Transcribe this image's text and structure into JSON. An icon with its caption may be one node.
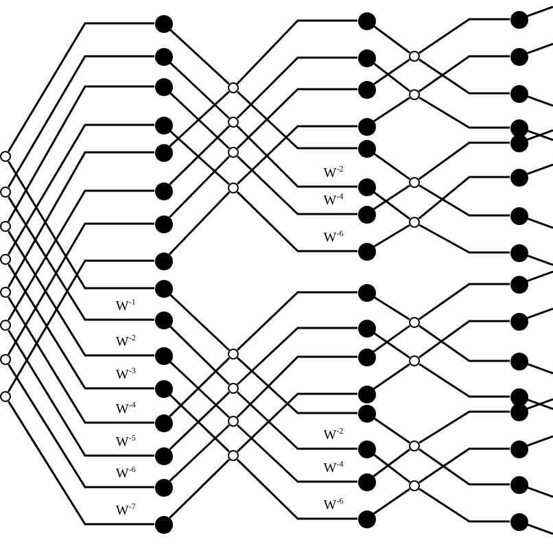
{
  "diagram": {
    "nodes": [
      {
        "text": [],
        "shape": "circle"
      },
      {
        "text": [],
        "shape": "circle"
      },
      {
        "text": [],
        "shape": "circle"
      },
      {
        "text": [],
        "shape": "circle"
      },
      {
        "text": [],
        "shape": "circle"
      },
      {
        "text": [],
        "shape": "circle"
      },
      {
        "text": [],
        "shape": "circle"
      },
      {
        "text": [],
        "shape": "circle"
      },
      {
        "text": [],
        "shape": "dot"
      },
      {
        "text": [],
        "shape": "dot"
      },
      {
        "text": [],
        "shape": "dot"
      },
      {
        "text": [],
        "shape": "dot"
      },
      {
        "text": [],
        "shape": "dot"
      },
      {
        "text": [],
        "shape": "dot"
      },
      {
        "text": [],
        "shape": "dot"
      },
      {
        "text": [],
        "shape": "dot"
      },
      {
        "text": [],
        "shape": "dot"
      },
      {
        "text": [],
        "shape": "dot"
      },
      {
        "text": [],
        "shape": "dot"
      },
      {
        "text": [],
        "shape": "dot"
      },
      {
        "text": [],
        "shape": "dot"
      },
      {
        "text": [],
        "shape": "dot"
      },
      {
        "text": [],
        "shape": "dot"
      },
      {
        "text": [],
        "shape": "dot"
      },
      {
        "text": [],
        "shape": "circle"
      },
      {
        "text": [],
        "shape": "circle"
      },
      {
        "text": [],
        "shape": "circle"
      },
      {
        "text": [],
        "shape": "circle"
      },
      {
        "text": [],
        "shape": "circle"
      },
      {
        "text": [],
        "shape": "circle"
      },
      {
        "text": [],
        "shape": "circle"
      },
      {
        "text": [],
        "shape": "circle"
      },
      {
        "text": [],
        "shape": "dot"
      },
      {
        "text": [],
        "shape": "dot"
      },
      {
        "text": [],
        "shape": "dot"
      },
      {
        "text": [],
        "shape": "dot"
      },
      {
        "text": [],
        "shape": "dot"
      },
      {
        "text": [],
        "shape": "dot"
      },
      {
        "text": [],
        "shape": "dot"
      },
      {
        "text": [],
        "shape": "dot"
      },
      {
        "text": [],
        "shape": "dot"
      },
      {
        "text": [],
        "shape": "dot"
      },
      {
        "text": [],
        "shape": "dot"
      },
      {
        "text": [],
        "shape": "dot"
      },
      {
        "text": [],
        "shape": "dot"
      },
      {
        "text": [],
        "shape": "dot"
      },
      {
        "text": [],
        "shape": "dot"
      },
      {
        "text": [],
        "shape": "dot"
      },
      {
        "text": [],
        "shape": "circle"
      },
      {
        "text": [],
        "shape": "circle"
      },
      {
        "text": [],
        "shape": "circle"
      },
      {
        "text": [],
        "shape": "circle"
      },
      {
        "text": [],
        "shape": "circle"
      },
      {
        "text": [],
        "shape": "circle"
      },
      {
        "text": [],
        "shape": "circle"
      },
      {
        "text": [],
        "shape": "circle"
      },
      {
        "text": [],
        "shape": "dot"
      },
      {
        "text": [],
        "shape": "dot"
      },
      {
        "text": [],
        "shape": "dot"
      },
      {
        "text": [],
        "shape": "dot"
      },
      {
        "text": [],
        "shape": "dot"
      },
      {
        "text": [],
        "shape": "dot"
      },
      {
        "text": [],
        "shape": "dot"
      },
      {
        "text": [],
        "shape": "dot"
      },
      {
        "text": [],
        "shape": "dot"
      },
      {
        "text": [],
        "shape": "dot"
      },
      {
        "text": [],
        "shape": "dot"
      },
      {
        "text": [],
        "shape": "dot"
      },
      {
        "text": [],
        "shape": "dot"
      },
      {
        "text": [],
        "shape": "dot"
      },
      {
        "text": [],
        "shape": "dot"
      },
      {
        "text": [],
        "shape": "dot"
      }
    ],
    "edges": [
      {
        "from": 0,
        "to": 8,
        "arrow": "none"
      },
      {
        "from": 1,
        "to": 9,
        "arrow": "none"
      },
      {
        "from": 2,
        "to": 10,
        "arrow": "none"
      },
      {
        "from": 3,
        "to": 11,
        "arrow": "none"
      },
      {
        "from": 4,
        "to": 12,
        "arrow": "none"
      },
      {
        "from": 5,
        "to": 13,
        "arrow": "none"
      },
      {
        "from": 6,
        "to": 14,
        "arrow": "none"
      },
      {
        "from": 7,
        "to": 15,
        "arrow": "none"
      },
      {
        "from": 0,
        "to": 16,
        "arrow": "none"
      },
      {
        "from": 1,
        "to": 17,
        "arrow": "none",
        "label": "W$^{-1}$"
      },
      {
        "from": 2,
        "to": 18,
        "arrow": "none",
        "label": "W$^{-2}$"
      },
      {
        "from": 3,
        "to": 19,
        "arrow": "none",
        "label": "W$^{-3}$"
      },
      {
        "from": 4,
        "to": 20,
        "arrow": "none",
        "label": "W$^{-4}$"
      },
      {
        "from": 5,
        "to": 21,
        "arrow": "none",
        "label": "W$^{-5}$"
      },
      {
        "from": 6,
        "to": 22,
        "arrow": "none",
        "label": "W$^{-6}$"
      },
      {
        "from": 7,
        "to": 23,
        "arrow": "none",
        "label": "W$^{-7}$"
      },
      {
        "from": 8,
        "to": 24,
        "arrow": "none"
      },
      {
        "from": 12,
        "to": 24,
        "arrow": "none"
      },
      {
        "from": 9,
        "to": 25,
        "arrow": "none"
      },
      {
        "from": 13,
        "to": 25,
        "arrow": "none"
      },
      {
        "from": 10,
        "to": 26,
        "arrow": "none"
      },
      {
        "from": 14,
        "to": 26,
        "arrow": "none"
      },
      {
        "from": 11,
        "to": 27,
        "arrow": "none"
      },
      {
        "from": 15,
        "to": 27,
        "arrow": "none"
      },
      {
        "from": 16,
        "to": 28,
        "arrow": "none"
      },
      {
        "from": 20,
        "to": 28,
        "arrow": "none"
      },
      {
        "from": 17,
        "to": 29,
        "arrow": "none"
      },
      {
        "from": 21,
        "to": 29,
        "arrow": "none"
      },
      {
        "from": 18,
        "to": 30,
        "arrow": "none"
      },
      {
        "from": 22,
        "to": 30,
        "arrow": "none"
      },
      {
        "from": 19,
        "to": 31,
        "arrow": "none"
      },
      {
        "from": 23,
        "to": 31,
        "arrow": "none"
      },
      {
        "from": 24,
        "to": 32,
        "arrow": "none"
      },
      {
        "from": 24,
        "to": 36,
        "arrow": "none"
      },
      {
        "from": 25,
        "to": 33,
        "arrow": "none"
      },
      {
        "from": 25,
        "to": 37,
        "arrow": "none",
        "label": "W$^{-2}$"
      },
      {
        "from": 26,
        "to": 34,
        "arrow": "none"
      },
      {
        "from": 26,
        "to": 38,
        "arrow": "none",
        "label": "W$^{-4}$"
      },
      {
        "from": 27,
        "to": 35,
        "arrow": "none"
      },
      {
        "from": 27,
        "to": 39,
        "arrow": "none",
        "label": "W$^{-6}$"
      },
      {
        "from": 28,
        "to": 40,
        "arrow": "none"
      },
      {
        "from": 28,
        "to": 44,
        "arrow": "none"
      },
      {
        "from": 29,
        "to": 41,
        "arrow": "none"
      },
      {
        "from": 29,
        "to": 45,
        "arrow": "none",
        "label": "W$^{-2}$"
      },
      {
        "from": 30,
        "to": 42,
        "arrow": "none"
      },
      {
        "from": 30,
        "to": 46,
        "arrow": "none",
        "label": "W$^{-4}$"
      },
      {
        "from": 31,
        "to": 43,
        "arrow": "none"
      },
      {
        "from": 31,
        "to": 47,
        "arrow": "none",
        "label": "W$^{-6}$"
      },
      {
        "from": 32,
        "to": 48,
        "arrow": "none"
      },
      {
        "from": 34,
        "to": 48,
        "arrow": "none"
      },
      {
        "from": 33,
        "to": 49,
        "arrow": "none"
      },
      {
        "from": 35,
        "to": 49,
        "arrow": "none"
      },
      {
        "from": 36,
        "to": 50,
        "arrow": "none"
      },
      {
        "from": 38,
        "to": 50,
        "arrow": "none"
      },
      {
        "from": 37,
        "to": 51,
        "arrow": "none"
      },
      {
        "from": 39,
        "to": 51,
        "arrow": "none"
      },
      {
        "from": 40,
        "to": 52,
        "arrow": "none"
      },
      {
        "from": 42,
        "to": 52,
        "arrow": "none"
      },
      {
        "from": 41,
        "to": 53,
        "arrow": "none"
      },
      {
        "from": 43,
        "to": 53,
        "arrow": "none"
      },
      {
        "from": 44,
        "to": 54,
        "arrow": "none"
      },
      {
        "from": 46,
        "to": 54,
        "arrow": "none"
      },
      {
        "from": 45,
        "to": 55,
        "arrow": "none"
      },
      {
        "from": 47,
        "to": 55,
        "arrow": "none"
      },
      {
        "from": 48,
        "to": 56,
        "arrow": "none"
      },
      {
        "from": 48,
        "to": 58,
        "arrow": "none"
      },
      {
        "from": 49,
        "to": 57,
        "arrow": "none"
      },
      {
        "from": 49,
        "to": 59,
        "arrow": "none"
      },
      {
        "from": 50,
        "to": 60,
        "arrow": "none"
      },
      {
        "from": 50,
        "to": 62,
        "arrow": "none"
      },
      {
        "from": 51,
        "to": 61,
        "arrow": "none"
      },
      {
        "from": 51,
        "to": 63,
        "arrow": "none"
      },
      {
        "from": 52,
        "to": 64,
        "arrow": "none"
      },
      {
        "from": 52,
        "to": 66,
        "arrow": "none"
      },
      {
        "from": 53,
        "to": 65,
        "arrow": "none"
      },
      {
        "from": 53,
        "to": 67,
        "arrow": "none"
      },
      {
        "from": 54,
        "to": 68,
        "arrow": "none"
      },
      {
        "from": 54,
        "to": 70,
        "arrow": "none"
      },
      {
        "from": 55,
        "to": 69,
        "arrow": "none"
      },
      {
        "from": 55,
        "to": 71,
        "arrow": "none"
      },
      {
        "from": 56,
        "to": null,
        "arrow": "none"
      },
      {
        "from": 57,
        "to": null,
        "arrow": "none"
      },
      {
        "from": 58,
        "to": null,
        "arrow": "none"
      },
      {
        "from": 59,
        "to": null,
        "arrow": "none"
      },
      {
        "from": 60,
        "to": null,
        "arrow": "none"
      },
      {
        "from": 61,
        "to": null,
        "arrow": "none"
      },
      {
        "from": 62,
        "to": null,
        "arrow": "none"
      },
      {
        "from": 63,
        "to": null,
        "arrow": "none"
      },
      {
        "from": 64,
        "to": null,
        "arrow": "none"
      },
      {
        "from": 65,
        "to": null,
        "arrow": "none"
      },
      {
        "from": 66,
        "to": null,
        "arrow": "none"
      },
      {
        "from": 67,
        "to": null,
        "arrow": "none"
      },
      {
        "from": 68,
        "to": null,
        "arrow": "none"
      },
      {
        "from": 69,
        "to": null,
        "arrow": "none"
      },
      {
        "from": 70,
        "to": null,
        "arrow": "none"
      },
      {
        "from": 71,
        "to": null,
        "arrow": "none"
      }
    ]
  }
}
